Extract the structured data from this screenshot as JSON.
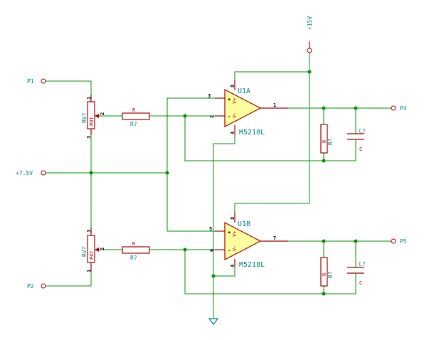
{
  "ports": {
    "p1": "P1",
    "p2": "P2",
    "p4": "P4",
    "p5": "P5",
    "v75": "+7.5V",
    "v15": "+15V"
  },
  "pots": {
    "upper": {
      "ref": "RV?",
      "value": "POT",
      "pins": [
        "1",
        "2",
        "3"
      ]
    },
    "lower": {
      "ref": "RV?",
      "value": "POT",
      "pins": [
        "3",
        "2",
        "1"
      ]
    }
  },
  "resistors": {
    "in_upper": {
      "value": "R",
      "ref": "R?"
    },
    "in_lower": {
      "value": "R",
      "ref": "R?"
    },
    "fb_upper": {
      "value": "R",
      "ref": "R?"
    },
    "fb_lower": {
      "value": "R",
      "ref": "R?"
    }
  },
  "capacitors": {
    "upper": {
      "ref": "C?",
      "value": "C"
    },
    "lower": {
      "ref": "C?",
      "value": "C"
    }
  },
  "opamps": {
    "u1a": {
      "ref": "U1A",
      "part": "M5218L",
      "pins": {
        "noninv": "3",
        "inv": "2",
        "out": "1",
        "vplus": "8",
        "vminus": "4"
      },
      "symbols": {
        "plus": "+",
        "minus": "-",
        "vplus": "V+",
        "vminus": "V-"
      }
    },
    "u1b": {
      "ref": "U1B",
      "part": "M5218L",
      "pins": {
        "noninv": "5",
        "inv": "6",
        "out": "7",
        "vplus": "8",
        "vminus": "4"
      },
      "symbols": {
        "plus": "+",
        "minus": "-",
        "vplus": "V+",
        "vminus": "V-"
      }
    }
  },
  "colors": {
    "wire": "#009000",
    "component": "#a00000",
    "label": "#008080",
    "opamp_fill": "#ffff9e"
  }
}
